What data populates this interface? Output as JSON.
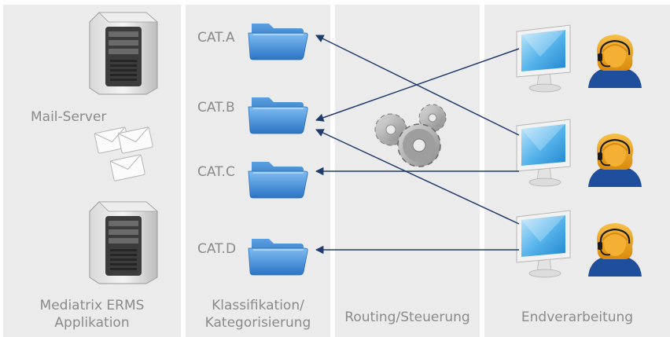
{
  "columns": {
    "server": {
      "mail_server": "Mail-Server",
      "erms_line1": "Mediatrix ERMS",
      "erms_line2": "Applikation"
    },
    "classify": {
      "line1": "Klassifikation/",
      "line2": "Kategorisierung"
    },
    "routing": {
      "label": "Routing/Steuerung"
    },
    "agents": {
      "label": "Endverarbeitung"
    }
  },
  "categories": [
    "CAT.A",
    "CAT.B",
    "CAT.C",
    "CAT.D"
  ],
  "colors": {
    "column_bg": "#ebebeb",
    "folder_blue": "#3d8ad3",
    "arrow": "#1f3a6b",
    "agent_orange": "#f0a71e",
    "agent_blue": "#1f4e9c",
    "text_gray": "#8a8a8a"
  },
  "icons": [
    "server-tower-icon",
    "envelope-icon",
    "folder-icon",
    "gears-icon",
    "monitor-icon",
    "agent-headset-icon"
  ]
}
